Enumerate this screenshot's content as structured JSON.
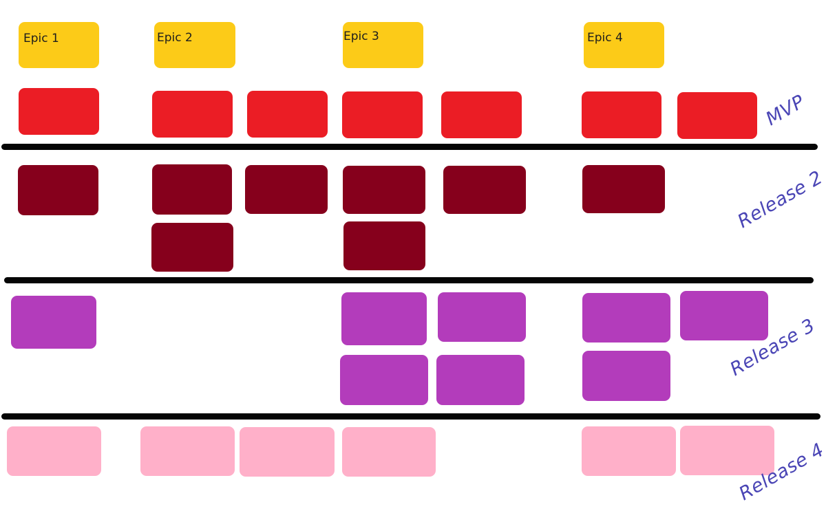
{
  "epics": [
    {
      "label": "Epic 1"
    },
    {
      "label": "Epic 2"
    },
    {
      "label": "Epic 3"
    },
    {
      "label": "Epic 4"
    }
  ],
  "releases": [
    {
      "label": "MVP",
      "color": "#eb1d25"
    },
    {
      "label": "Release 2",
      "color": "#86001c"
    },
    {
      "label": "Release 3",
      "color": "#b33cbb"
    },
    {
      "label": "Release 4",
      "color": "#ffb0c9"
    }
  ],
  "colors": {
    "epic": "#fccb18",
    "divider": "#050505",
    "label_text": "#4a45b5"
  }
}
